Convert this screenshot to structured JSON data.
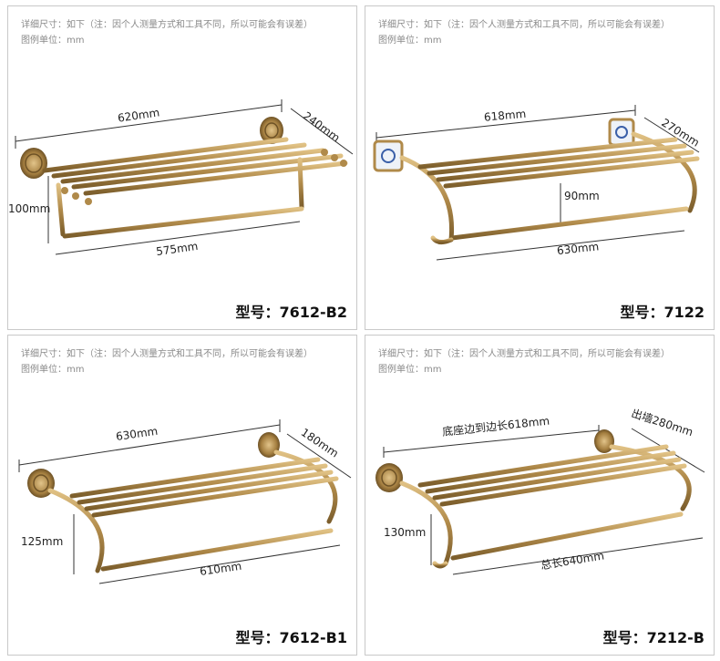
{
  "note": {
    "line1": "详细尺寸：如下（注：因个人测量方式和工具不同，所以可能会有误差）",
    "line2": "图例单位：mm"
  },
  "model_label": "型号：",
  "products": [
    {
      "model": "7612-B2",
      "dims": {
        "length": "620mm",
        "depth": "240mm",
        "height": "100mm",
        "bar": "575mm"
      }
    },
    {
      "model": "7122",
      "dims": {
        "length": "618mm",
        "depth": "270mm",
        "height": "90mm",
        "bar": "630mm"
      }
    },
    {
      "model": "7612-B1",
      "dims": {
        "length": "630mm",
        "depth": "180mm",
        "height": "125mm",
        "bar": "610mm"
      }
    },
    {
      "model": "7212-B",
      "dims": {
        "length": "底座边到边长618mm",
        "depth": "出墙280mm",
        "height": "130mm",
        "bar": "总长640mm"
      }
    }
  ],
  "colors": {
    "brass": "#b08a4a",
    "brass_dark": "#8a6a34",
    "brass_light": "#d9b878",
    "porcelain": "#eef2f8",
    "porcelain_pattern": "#3a5fa8",
    "dim_line": "#333333"
  }
}
